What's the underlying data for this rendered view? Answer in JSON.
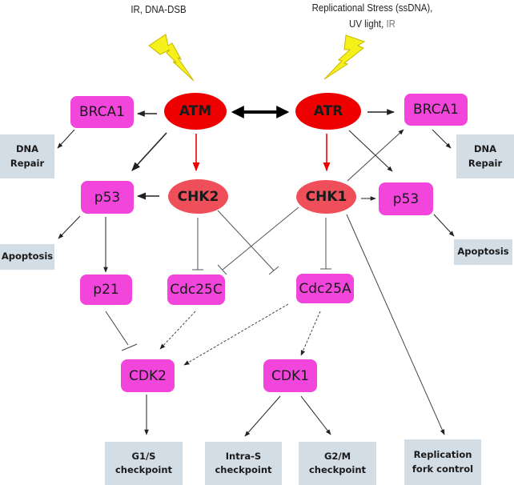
{
  "diagram": {
    "title": "DNA damage response: ATM/ATR signaling",
    "colors": {
      "protein_box": "#f245dc",
      "kinase_oval": "#ee0000",
      "checkpoint_kinase_oval": "#ee4f5a",
      "outcome_box": "#d3dde6",
      "lightning": "#f5ef1a",
      "red_arrow": "#ee0000"
    },
    "stimuli": {
      "atm": "IR, DNA-DSB",
      "atr_line1": "Replicational Stress (ssDNA),",
      "atr_line2": "UV light,",
      "atr_line2_gray": "IR"
    },
    "nodes": {
      "atm": "ATM",
      "atr": "ATR",
      "chk2": "CHK2",
      "chk1": "CHK1",
      "brca1_left": "BRCA1",
      "brca1_right": "BRCA1",
      "p53_left": "p53",
      "p53_right": "p53",
      "p21": "p21",
      "cdc25c": "Cdc25C",
      "cdc25a": "Cdc25A",
      "cdk2": "CDK2",
      "cdk1": "CDK1"
    },
    "outcomes": {
      "dna_repair_left": [
        "DNA",
        "Repair"
      ],
      "dna_repair_right": [
        "DNA",
        "Repair"
      ],
      "apoptosis_left": "Apoptosis",
      "apoptosis_right": "Apoptosis",
      "g1s": [
        "G1/S",
        "checkpoint"
      ],
      "intra_s": [
        "Intra-S",
        "checkpoint"
      ],
      "g2m": [
        "G2/M",
        "checkpoint"
      ],
      "replication_fork": [
        "Replication",
        "fork control"
      ]
    },
    "edges": [
      {
        "from": "ATM",
        "to": "ATR",
        "type": "bidirectional-bold"
      },
      {
        "from": "ATM",
        "to": "BRCA1 (left)",
        "type": "activation"
      },
      {
        "from": "BRCA1 (left)",
        "to": "DNA Repair (left)",
        "type": "activation"
      },
      {
        "from": "ATM",
        "to": "p53 (left)",
        "type": "activation"
      },
      {
        "from": "ATM",
        "to": "CHK2",
        "type": "activation-red"
      },
      {
        "from": "CHK2",
        "to": "p53 (left)",
        "type": "activation"
      },
      {
        "from": "p53 (left)",
        "to": "Apoptosis (left)",
        "type": "activation"
      },
      {
        "from": "p53 (left)",
        "to": "p21",
        "type": "activation"
      },
      {
        "from": "p21",
        "to": "CDK2",
        "type": "inhibition"
      },
      {
        "from": "CHK2",
        "to": "Cdc25C",
        "type": "inhibition"
      },
      {
        "from": "CHK2",
        "to": "Cdc25A",
        "type": "inhibition"
      },
      {
        "from": "ATR",
        "to": "BRCA1 (right)",
        "type": "activation"
      },
      {
        "from": "BRCA1 (right)",
        "to": "DNA Repair (right)",
        "type": "activation"
      },
      {
        "from": "ATR",
        "to": "p53 (right)",
        "type": "activation"
      },
      {
        "from": "ATR",
        "to": "CHK1",
        "type": "activation-red"
      },
      {
        "from": "CHK1",
        "to": "BRCA1 (right)",
        "type": "activation"
      },
      {
        "from": "CHK1",
        "to": "p53 (right)",
        "type": "activation"
      },
      {
        "from": "p53 (right)",
        "to": "Apoptosis (right)",
        "type": "activation"
      },
      {
        "from": "CHK1",
        "to": "Cdc25C",
        "type": "inhibition"
      },
      {
        "from": "CHK1",
        "to": "Cdc25A",
        "type": "inhibition"
      },
      {
        "from": "CHK1",
        "to": "Replication fork control",
        "type": "activation"
      },
      {
        "from": "Cdc25C",
        "to": "CDK2",
        "type": "activation-dashed"
      },
      {
        "from": "Cdc25A",
        "to": "CDK2",
        "type": "activation-dashed"
      },
      {
        "from": "Cdc25A",
        "to": "CDK1",
        "type": "activation-dashed"
      },
      {
        "from": "CDK2",
        "to": "G1/S checkpoint",
        "type": "activation"
      },
      {
        "from": "CDK1",
        "to": "Intra-S checkpoint",
        "type": "activation"
      },
      {
        "from": "CDK1",
        "to": "G2/M checkpoint",
        "type": "activation"
      }
    ]
  }
}
